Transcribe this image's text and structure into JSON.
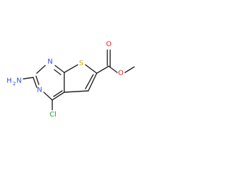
{
  "molecule": {
    "atoms": {
      "S": {
        "text": "S",
        "color": "#c8a800"
      },
      "N1": {
        "text": "N",
        "color": "#3050d8"
      },
      "N2": {
        "text": "N",
        "color": "#3050d8"
      },
      "NH2_N": {
        "text": "N",
        "color": "#3050d8"
      },
      "NH2_H": {
        "text": "H",
        "color": "#3050d8"
      },
      "NH2_sub": {
        "text": "2",
        "color": "#3050d8"
      },
      "Cl": {
        "text": "Cl",
        "color": "#22a022"
      },
      "O_carbonyl": {
        "text": "O",
        "color": "#e02020"
      },
      "O_ester": {
        "text": "O",
        "color": "#e02020"
      }
    }
  }
}
